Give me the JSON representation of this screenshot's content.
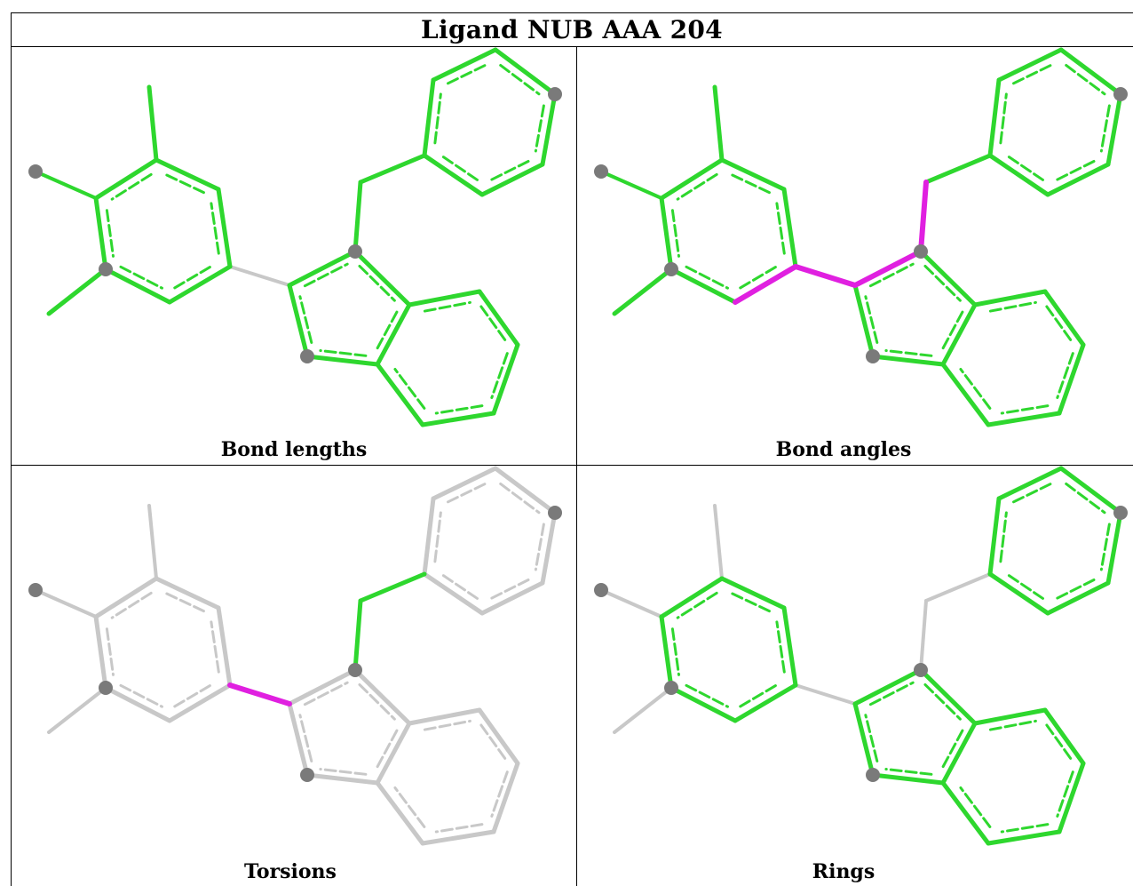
{
  "title": "Ligand NUB AAA 204",
  "panels": [
    {
      "id": "bond-lengths",
      "caption": "Bond lengths"
    },
    {
      "id": "bond-angles",
      "caption": "Bond angles"
    },
    {
      "id": "torsions",
      "caption": "Torsions"
    },
    {
      "id": "rings",
      "caption": "Rings"
    }
  ],
  "colors": {
    "green": "#2ed72e",
    "grey": "#c8c8c8",
    "magenta": "#e020e0",
    "atom": "#7a7a7a",
    "border": "#000000"
  }
}
